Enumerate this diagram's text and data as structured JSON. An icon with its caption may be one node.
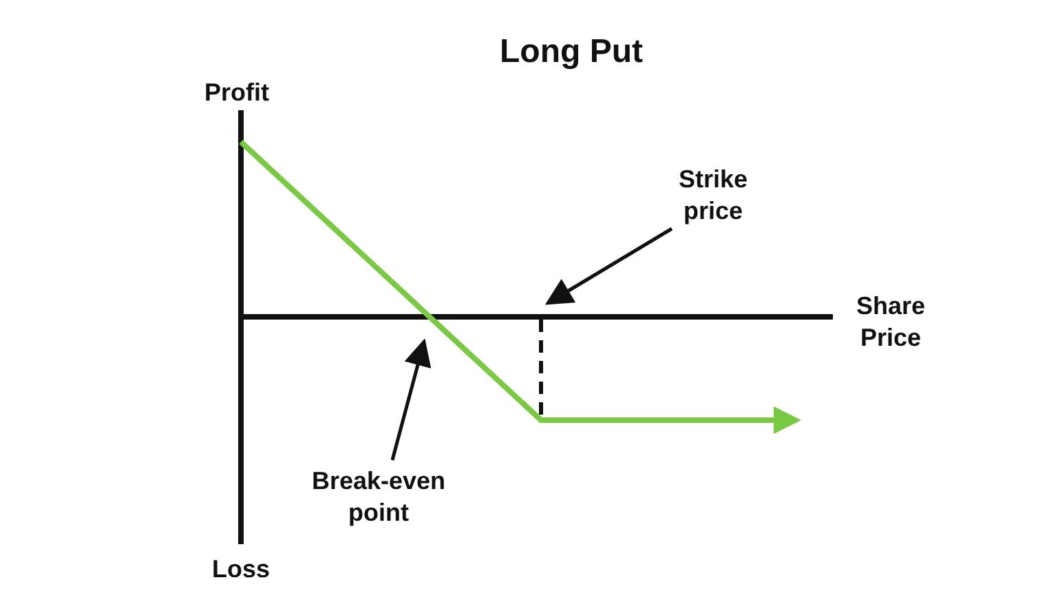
{
  "diagram": {
    "title": "Long Put",
    "nodes": [
      {
        "text": [
          "Strike price"
        ]
      },
      {
        "text": [
          "Break-even point"
        ]
      }
    ],
    "edges": [
      {
        "from": 0,
        "to": null,
        "arrow": "to"
      },
      {
        "from": 1,
        "to": null,
        "arrow": "to"
      }
    ],
    "labels": [
      "Profit",
      "Share Price",
      "Loss"
    ]
  }
}
